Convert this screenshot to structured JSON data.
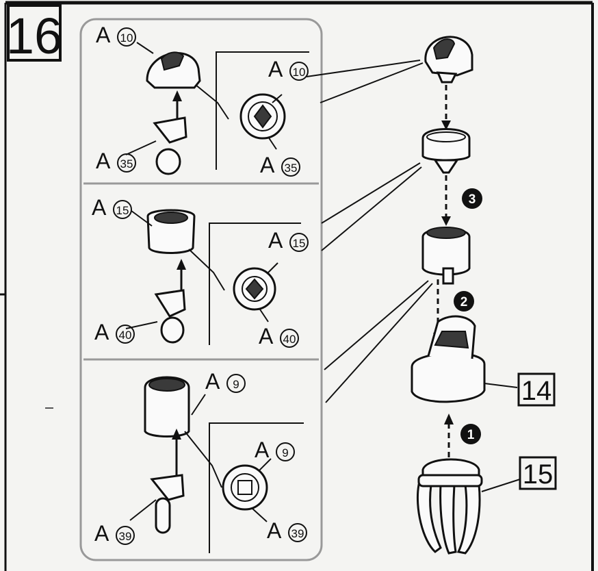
{
  "step_number": "16",
  "panels": [
    {
      "top": "A",
      "top_num": "10",
      "bottom": "A",
      "bottom_num": "35",
      "detail_top": "A",
      "detail_top_num": "10",
      "detail_bottom": "A",
      "detail_bottom_num": "35"
    },
    {
      "top": "A",
      "top_num": "15",
      "bottom": "A",
      "bottom_num": "40",
      "detail_top": "A",
      "detail_top_num": "15",
      "detail_bottom": "A",
      "detail_bottom_num": "40"
    },
    {
      "top": "A",
      "top_num": "9",
      "bottom": "A",
      "bottom_num": "39",
      "detail_top": "A",
      "detail_top_num": "9",
      "detail_bottom": "A",
      "detail_bottom_num": "39"
    }
  ],
  "order_marks": [
    "1",
    "2",
    "3"
  ],
  "ref_steps": [
    "14",
    "15"
  ]
}
